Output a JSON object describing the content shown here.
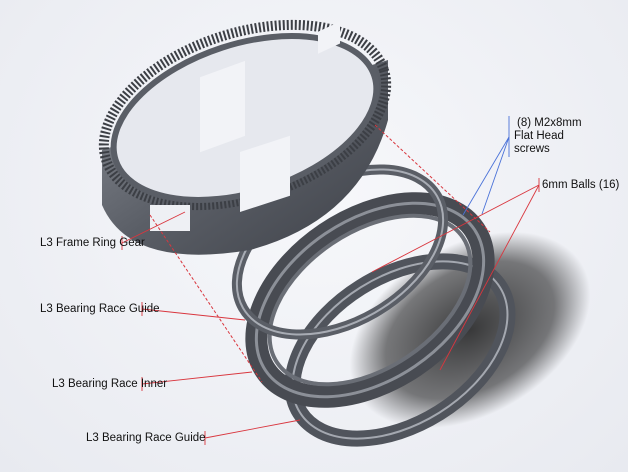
{
  "labels": {
    "frame_ring_gear": "L3 Frame Ring Gear",
    "bearing_race_guide_top": "L3 Bearing Race Guide",
    "bearing_race_inner": "L3 Bearing Race Inner",
    "bearing_race_guide_bottom": "L3 Bearing Race Guide",
    "screws_line1": "(8) M2x8mm",
    "screws_line2": "Flat Head",
    "screws_line3": "screws",
    "balls": "6mm Balls (16)"
  },
  "colors": {
    "leader_red": "#d9363e",
    "leader_blue": "#4a72d8",
    "part": "#5c6068",
    "part_light": "#9a9ea6"
  }
}
